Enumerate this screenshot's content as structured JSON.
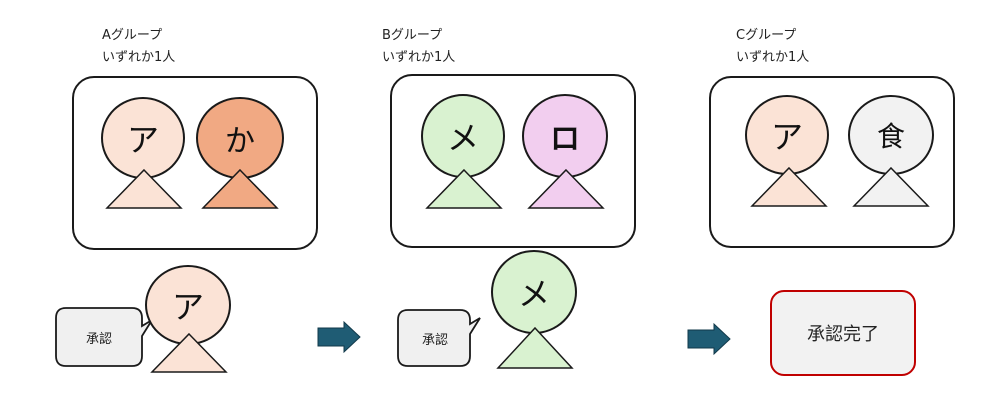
{
  "colors": {
    "outline": "#1a1a1a",
    "peach": "#fbe3d6",
    "orange": "#f1a983",
    "green": "#d9f2d0",
    "pink": "#f2ceef",
    "gray": "#f2f2f2",
    "arrow": "#1f5c74",
    "done_border": "#c00000"
  },
  "groups": [
    {
      "title": "Aグループ",
      "subtitle": "いずれか1人",
      "members": [
        {
          "glyph": "ア",
          "color": "peach"
        },
        {
          "glyph": "か",
          "color": "orange"
        }
      ]
    },
    {
      "title": "Bグループ",
      "subtitle": "いずれか1人",
      "members": [
        {
          "glyph": "メ",
          "color": "green"
        },
        {
          "glyph": "ロ",
          "color": "pink"
        }
      ]
    },
    {
      "title": "Cグループ",
      "subtitle": "いずれか1人",
      "members": [
        {
          "glyph": "ア",
          "color": "peach"
        },
        {
          "glyph": "食",
          "color": "gray"
        }
      ]
    }
  ],
  "flow": {
    "approver1": {
      "glyph": "ア",
      "color": "peach",
      "bubble": "承認"
    },
    "approver2": {
      "glyph": "メ",
      "color": "green",
      "bubble": "承認"
    },
    "done_label": "承認完了"
  }
}
